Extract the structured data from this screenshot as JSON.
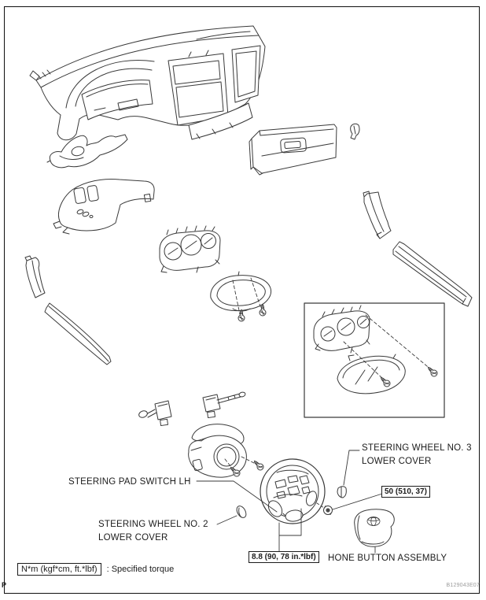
{
  "labels": {
    "pad_switch": "STEERING PAD SWITCH LH",
    "no2_line1": "STEERING WHEEL NO. 2",
    "no2_line2": "LOWER COVER",
    "no3_line1": "STEERING WHEEL NO. 3",
    "no3_line2": "LOWER COVER",
    "horn": "HONE BUTTON ASSEMBLY"
  },
  "torques": {
    "wheel_nut": "50 (510, 37)",
    "pad_screws": "8.8 (90, 78 in.*lbf)"
  },
  "legend": {
    "unit": "N*m (kgf*cm, ft.*lbf)",
    "desc": ": Specified torque"
  },
  "footer": {
    "marker": "P",
    "doc_number": "B129043E07"
  },
  "colors": {
    "line": "#3a3a3a",
    "text": "#1c1c1c",
    "doc_number": "#9b9b9b"
  }
}
